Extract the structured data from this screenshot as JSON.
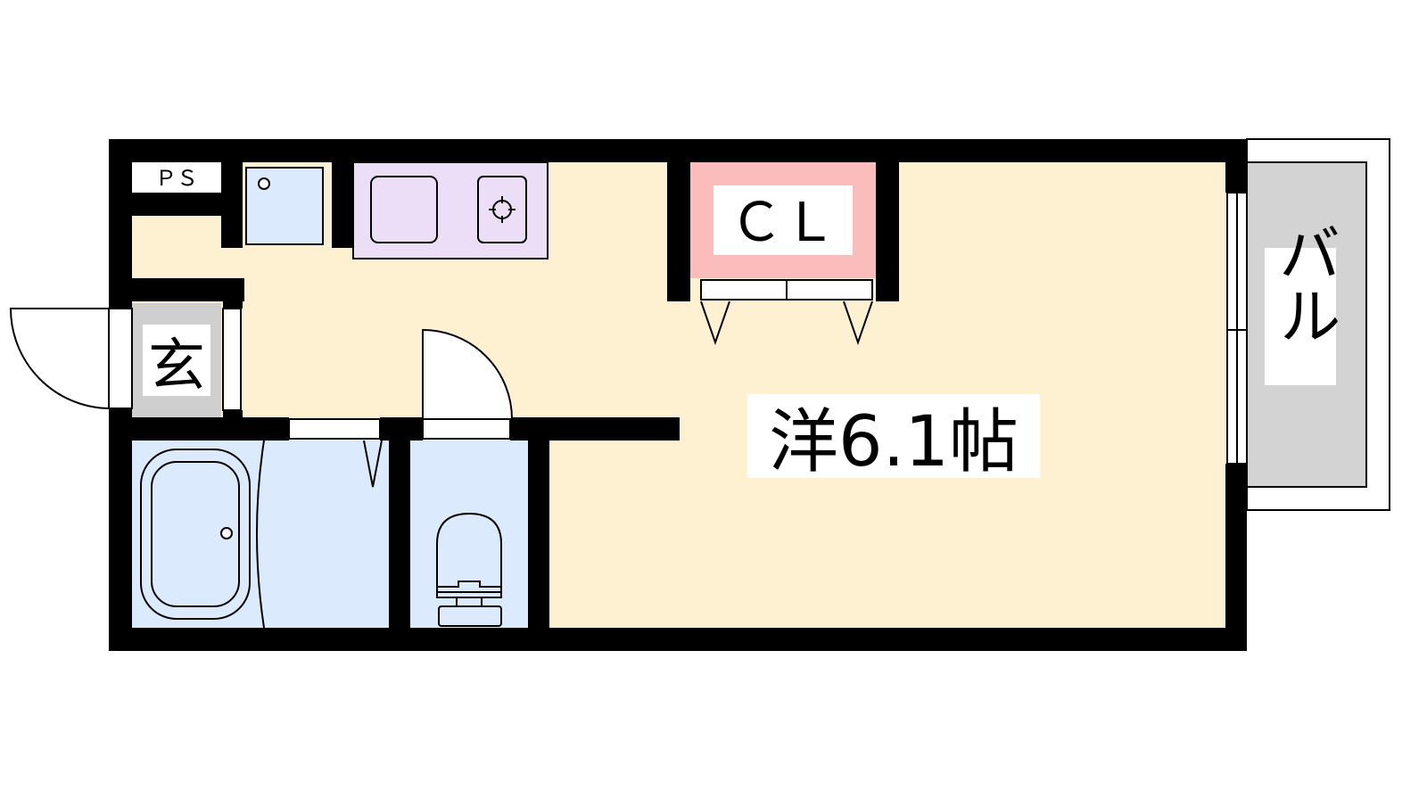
{
  "labels": {
    "ps": "ＰＳ",
    "closet": "ＣＬ",
    "entrance": "玄",
    "western_room": "洋6.1帖",
    "balcony": "バル"
  },
  "colors": {
    "room_floor": "#fdf1d2",
    "wet_area": "#dbeafd",
    "kitchen": "#ecdef6",
    "closet": "#fbbcbc",
    "entrance": "#cfcfcf",
    "balcony": "#d3d3d3",
    "wall": "#000000"
  }
}
